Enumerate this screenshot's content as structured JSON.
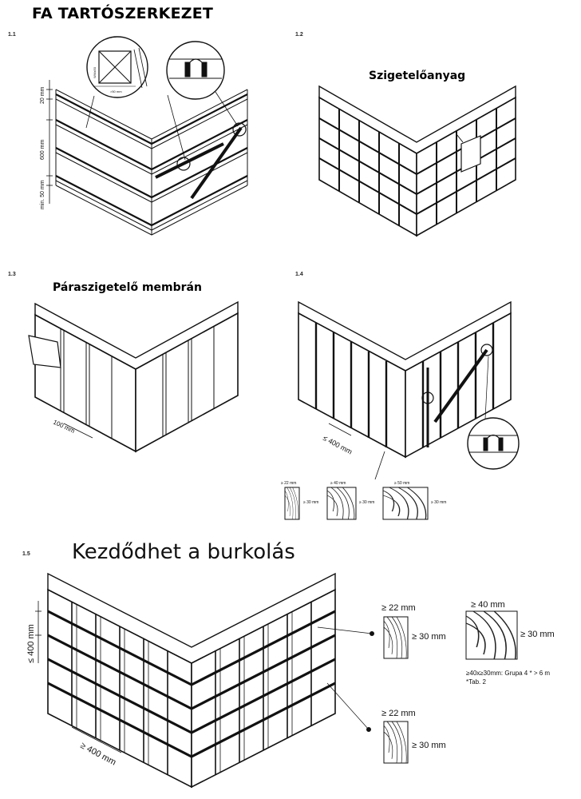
{
  "title": "FA TARTÓSZERKEZET",
  "panels": {
    "p11": {
      "num": "1.1",
      "dims": [
        "20 mm",
        "600 mm",
        "min. 50 mm"
      ],
      "detail_small": "WWx50",
      "detail_gt": ">50 mm"
    },
    "p12": {
      "num": "1.2",
      "label": "Szigetelőanyag"
    },
    "p13": {
      "num": "1.3",
      "label": "Páraszigetelő membrán",
      "dim": "100 mm"
    },
    "p14": {
      "num": "1.4",
      "dim": "≤ 400 mm",
      "sections": [
        {
          "top": "≥ 22 mm",
          "side": "≥ 30 mm"
        },
        {
          "top": "≥ 40 mm",
          "side": "≥ 30 mm"
        },
        {
          "top": "≥ 50 mm",
          "side": "≥ 30 mm"
        }
      ]
    },
    "p15": {
      "num": "1.5",
      "label": "Kezdődhet a burkolás",
      "dim_v": "≤ 400 mm",
      "dim_h": "≥ 400 mm",
      "sections": [
        {
          "top": "≥ 22 mm",
          "side": "≥ 30 mm"
        },
        {
          "top": "≥ 40 mm",
          "side": "≥ 30 mm"
        },
        {
          "top": "≥ 22 mm",
          "side": "≥ 30 mm"
        }
      ],
      "note1": "≥40x≥30mm: Grupa 4 * > 6 m",
      "note2": "*Tab. 2"
    }
  }
}
